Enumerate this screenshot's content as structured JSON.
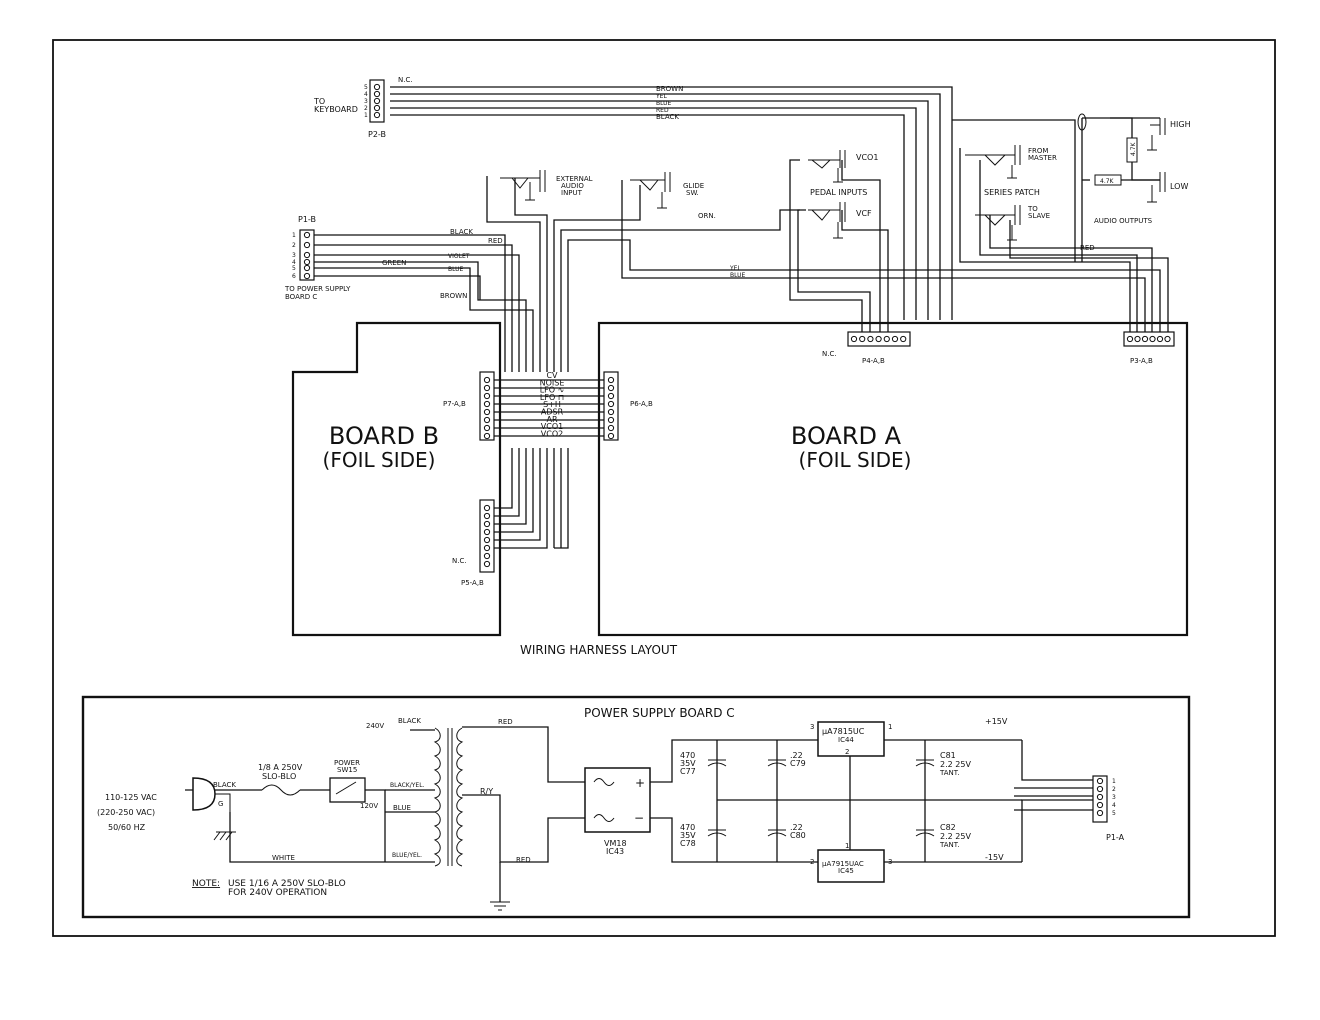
{
  "harness": {
    "title": "WIRING HARNESS LAYOUT",
    "board_b": {
      "name": "BOARD B",
      "side": "(FOIL SIDE)"
    },
    "board_a": {
      "name": "BOARD A",
      "side": "(FOIL SIDE)"
    },
    "connectors": {
      "p2b": "P2-B",
      "to_keyboard": [
        "TO",
        "KEYBOARD"
      ],
      "nc": "N.C.",
      "p2b_pins": [
        "5",
        "4",
        "3",
        "2",
        "1"
      ],
      "p1b": "P1-B",
      "to_power": [
        "TO POWER SUPPLY",
        "BOARD C"
      ],
      "p1b_pins": [
        "1",
        "2",
        "3",
        "4",
        "5",
        "6"
      ],
      "p7": "P7-A,B",
      "p6": "P6-A,B",
      "p5": "P5-A,B",
      "p4": "P4-A,B",
      "p3": "P3-A,B"
    },
    "wire_colors": {
      "brown": "BROWN",
      "yel": "YEL",
      "blue": "BLUE",
      "red": "RED",
      "black": "BLACK",
      "green": "GREEN",
      "violet": "VIOLET",
      "orn": "ORN.",
      "yel_blue": [
        "YEL",
        "BLUE"
      ]
    },
    "bus_labels": [
      "CV",
      "NOISE",
      "LFO ∿",
      "LFO ⊓",
      "S+H",
      "ADSR",
      "AR",
      "VCO1",
      "VCO2"
    ],
    "jacks": {
      "external_audio": [
        "EXTERNAL",
        "AUDIO",
        "INPUT"
      ],
      "glide": [
        "GLIDE",
        "SW."
      ],
      "vco1": "VCO1",
      "vcf": "VCF",
      "pedal_inputs": "PEDAL INPUTS",
      "from_master": [
        "FROM",
        "MASTER"
      ],
      "to_slave": [
        "TO",
        "SLAVE"
      ],
      "series_patch": "SERIES PATCH",
      "high": "HIGH",
      "low": "LOW",
      "audio_outputs": "AUDIO OUTPUTS",
      "r1": "4.7K",
      "r2": "4.7K"
    }
  },
  "power_supply": {
    "title": "POWER SUPPLY BOARD C",
    "input": [
      "110-125 VAC",
      "(220-250 VAC)",
      "50/60 HZ"
    ],
    "g": "G",
    "black": "BLACK",
    "fuse": [
      "1/8 A 250V",
      "SLO-BLO"
    ],
    "switch": [
      "POWER",
      "SW15"
    ],
    "v240": "240V",
    "black_top": "BLACK",
    "black_yel": "BLACK/YEL.",
    "v120": "120V",
    "blue": "BLUE",
    "white": "WHITE",
    "blue_yel": "BLUE/YEL.",
    "note_label": "NOTE:",
    "note": [
      "USE 1/16 A 250V SLO-BLO",
      "FOR 240V OPERATION"
    ],
    "red_top": "RED",
    "ry": "R/Y",
    "red_bottom": "RED",
    "bridge": [
      "VM18",
      "IC43"
    ],
    "bridge_plus": "+",
    "bridge_minus": "−",
    "c77": [
      "470",
      "35V",
      "C77"
    ],
    "c78": [
      "470",
      "35V",
      "C78"
    ],
    "c79": [
      ".22",
      "C79"
    ],
    "c80": [
      ".22",
      "C80"
    ],
    "reg_pos": [
      "μA7815UC",
      "IC44"
    ],
    "reg_neg": [
      "μA7915UAC",
      "IC45"
    ],
    "pins_pos": [
      "3",
      "2",
      "1"
    ],
    "pins_neg": [
      "1",
      "2",
      "3"
    ],
    "c81": [
      "C81",
      "2.2  25V",
      "TANT."
    ],
    "c82": [
      "C82",
      "2.2  25V",
      "TANT."
    ],
    "plus15": "+15V",
    "minus15": "-15V",
    "p1a": "P1-A",
    "p1a_pins": [
      "1",
      "2",
      "3",
      "4",
      "5"
    ]
  }
}
